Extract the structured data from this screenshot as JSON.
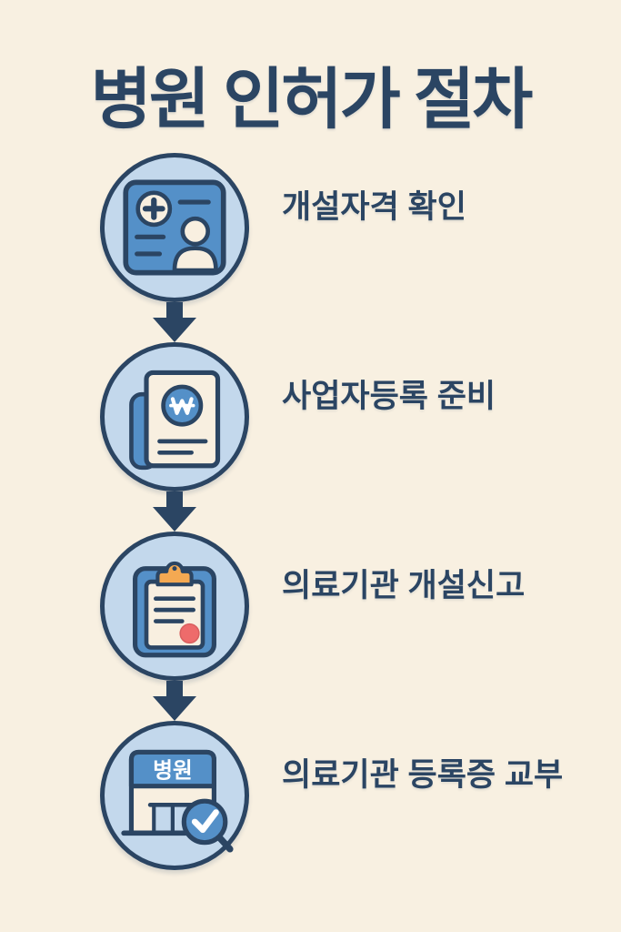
{
  "title": "병원 인허가 절차",
  "steps": [
    {
      "label": "개설자격 확인",
      "icon": "medical-id-card-icon"
    },
    {
      "label": "사업자등록 준비",
      "icon": "won-currency-document-icon"
    },
    {
      "label": "의료기관 개설신고",
      "icon": "clipboard-stamp-icon"
    },
    {
      "label": "의료기관 등록증 교부",
      "icon": "hospital-storefront-check-icon"
    }
  ],
  "icon_labels": {
    "hospital_sign": "병원"
  },
  "icons": {
    "step1": "medical-id-card-icon",
    "step2": "won-currency-document-icon",
    "step3": "clipboard-stamp-icon",
    "step4": "hospital-storefront-check-icon",
    "connector": "down-arrow-icon"
  },
  "colors": {
    "background": "#f8f0e1",
    "navy": "#2b4563",
    "blue": "#5490c8",
    "light_blue": "#c3d8ec",
    "cream": "#f8efe0",
    "orange": "#f4a952",
    "red": "#ee6b6b",
    "white": "#ffffff"
  }
}
